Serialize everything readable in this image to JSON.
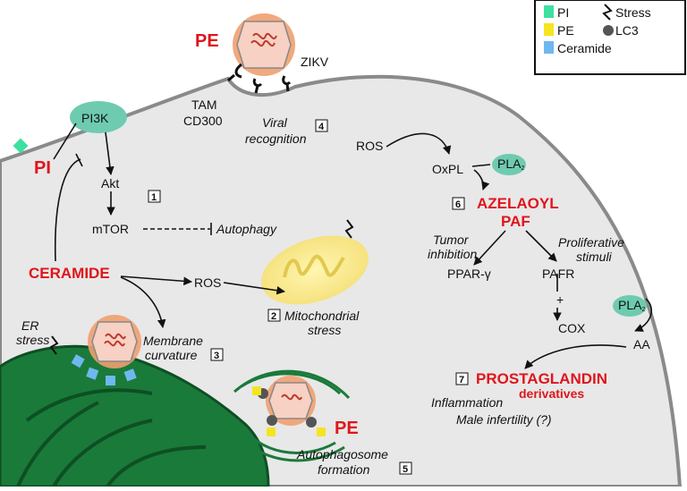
{
  "legend": {
    "pi": "PI",
    "pe": "PE",
    "ceramide": "Ceramide",
    "stress": "Stress",
    "lc3": "LC3",
    "colors": {
      "pi": "#3ee0a0",
      "pe": "#f5e520",
      "ceramide": "#6fb8ef",
      "lc3": "#555555"
    }
  },
  "labels": {
    "pe_top": "PE",
    "zikv": "ZIKV",
    "tam": "TAM",
    "cd300": "CD300",
    "viral1": "Viral",
    "viral2": "recognition",
    "pi3k": "PI3K",
    "pi": "PI",
    "akt": "Akt",
    "mtor": "mTOR",
    "autophagy": "Autophagy",
    "ceramide": "CERAMIDE",
    "ros_left": "ROS",
    "mito1": "Mitochondrial",
    "mito2": "stress",
    "er1": "ER",
    "er2": "stress",
    "memb1": "Membrane",
    "memb2": "curvature",
    "ros_right": "ROS",
    "oxpl": "OxPL",
    "pla2": "PLA",
    "pla2_sub": "2",
    "azel1": "AZELAOYL",
    "azel2": "PAF",
    "tumor1": "Tumor",
    "tumor2": "inhibition",
    "prolif1": "Proliferative",
    "prolif2": "stimuli",
    "ppar": "PPAR-γ",
    "pafr": "PAFR",
    "plus": "+",
    "cox": "COX",
    "aa": "AA",
    "prost1": "PROSTAGLANDIN",
    "prost2": "derivatives",
    "inflam": "Inflammation",
    "male": "Male infertility (?)",
    "pe_bottom": "PE",
    "autoph1": "Autophagosome",
    "autoph2": "formation"
  },
  "steps": {
    "s1": "1",
    "s2": "2",
    "s3": "3",
    "s4": "4",
    "s5": "5",
    "s6": "6",
    "s7": "7"
  }
}
